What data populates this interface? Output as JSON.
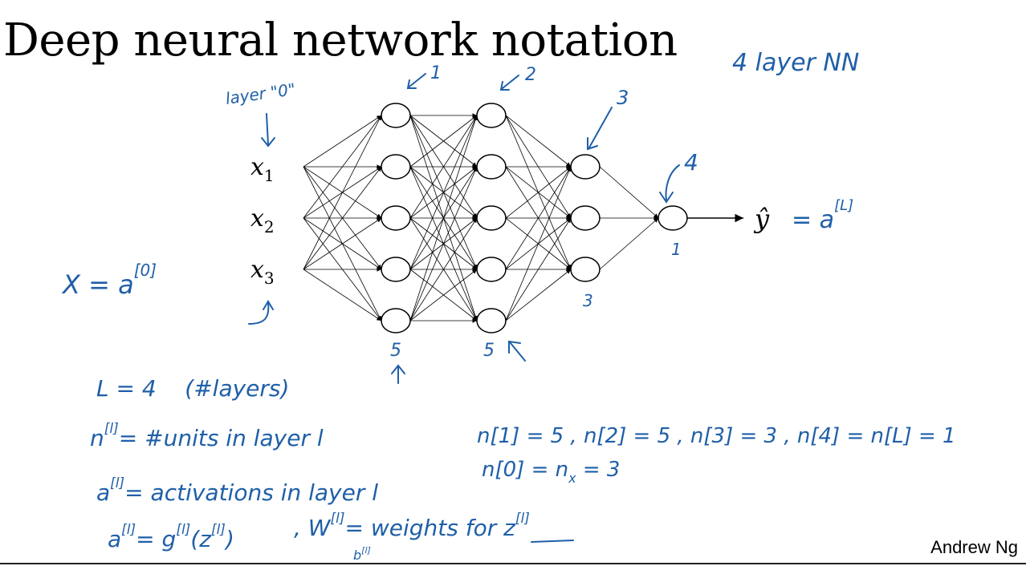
{
  "title": "Deep neural network notation",
  "author": "Andrew Ng",
  "network": {
    "input_labels": [
      "x",
      "x",
      "x"
    ],
    "input_subscripts": [
      "1",
      "2",
      "3"
    ],
    "layer_sizes": [
      5,
      5,
      3,
      1
    ],
    "output_label": "ŷ"
  },
  "annotations": {
    "top_right": "4 layer NN",
    "layer_zero": "layer \"0\"",
    "layer_nums": [
      "1",
      "2",
      "3",
      "4"
    ],
    "count_below_l1": "5",
    "count_below_l2": "5",
    "count_below_l3": "3",
    "count_below_l4": "1",
    "output_eq": "= a",
    "output_sup": "[L]",
    "x_eq": "X = a",
    "x_sup": "[0]",
    "L_eq": "L = 4    (#layers)",
    "n_def": "n",
    "n_def_sup": "[l]",
    "n_def_rest": "= #units in layer l",
    "a_def": "a",
    "a_def_sup": "[l]",
    "a_def_rest": "= activations in layer l",
    "a_formula": "a",
    "a_formula_sup": "[l]",
    "a_formula_rest": "= g",
    "a_formula_g_sup": "[l]",
    "a_formula_z": "(z",
    "a_formula_z_sup": "[l]",
    "a_formula_close": ")",
    "W_def": ", W",
    "W_def_sup": "[l]",
    "W_def_rest": "= weights for z",
    "W_def_z_sup": "[l]",
    "b_label": "b",
    "b_sup": "[l]",
    "n_values": "n[1] = 5 ,  n[2] = 5 ,  n[3] = 3 ,  n[4] = n[L] = 1",
    "n0": "n[0] = n",
    "n0_sub": "x",
    "n0_rest": " = 3"
  }
}
